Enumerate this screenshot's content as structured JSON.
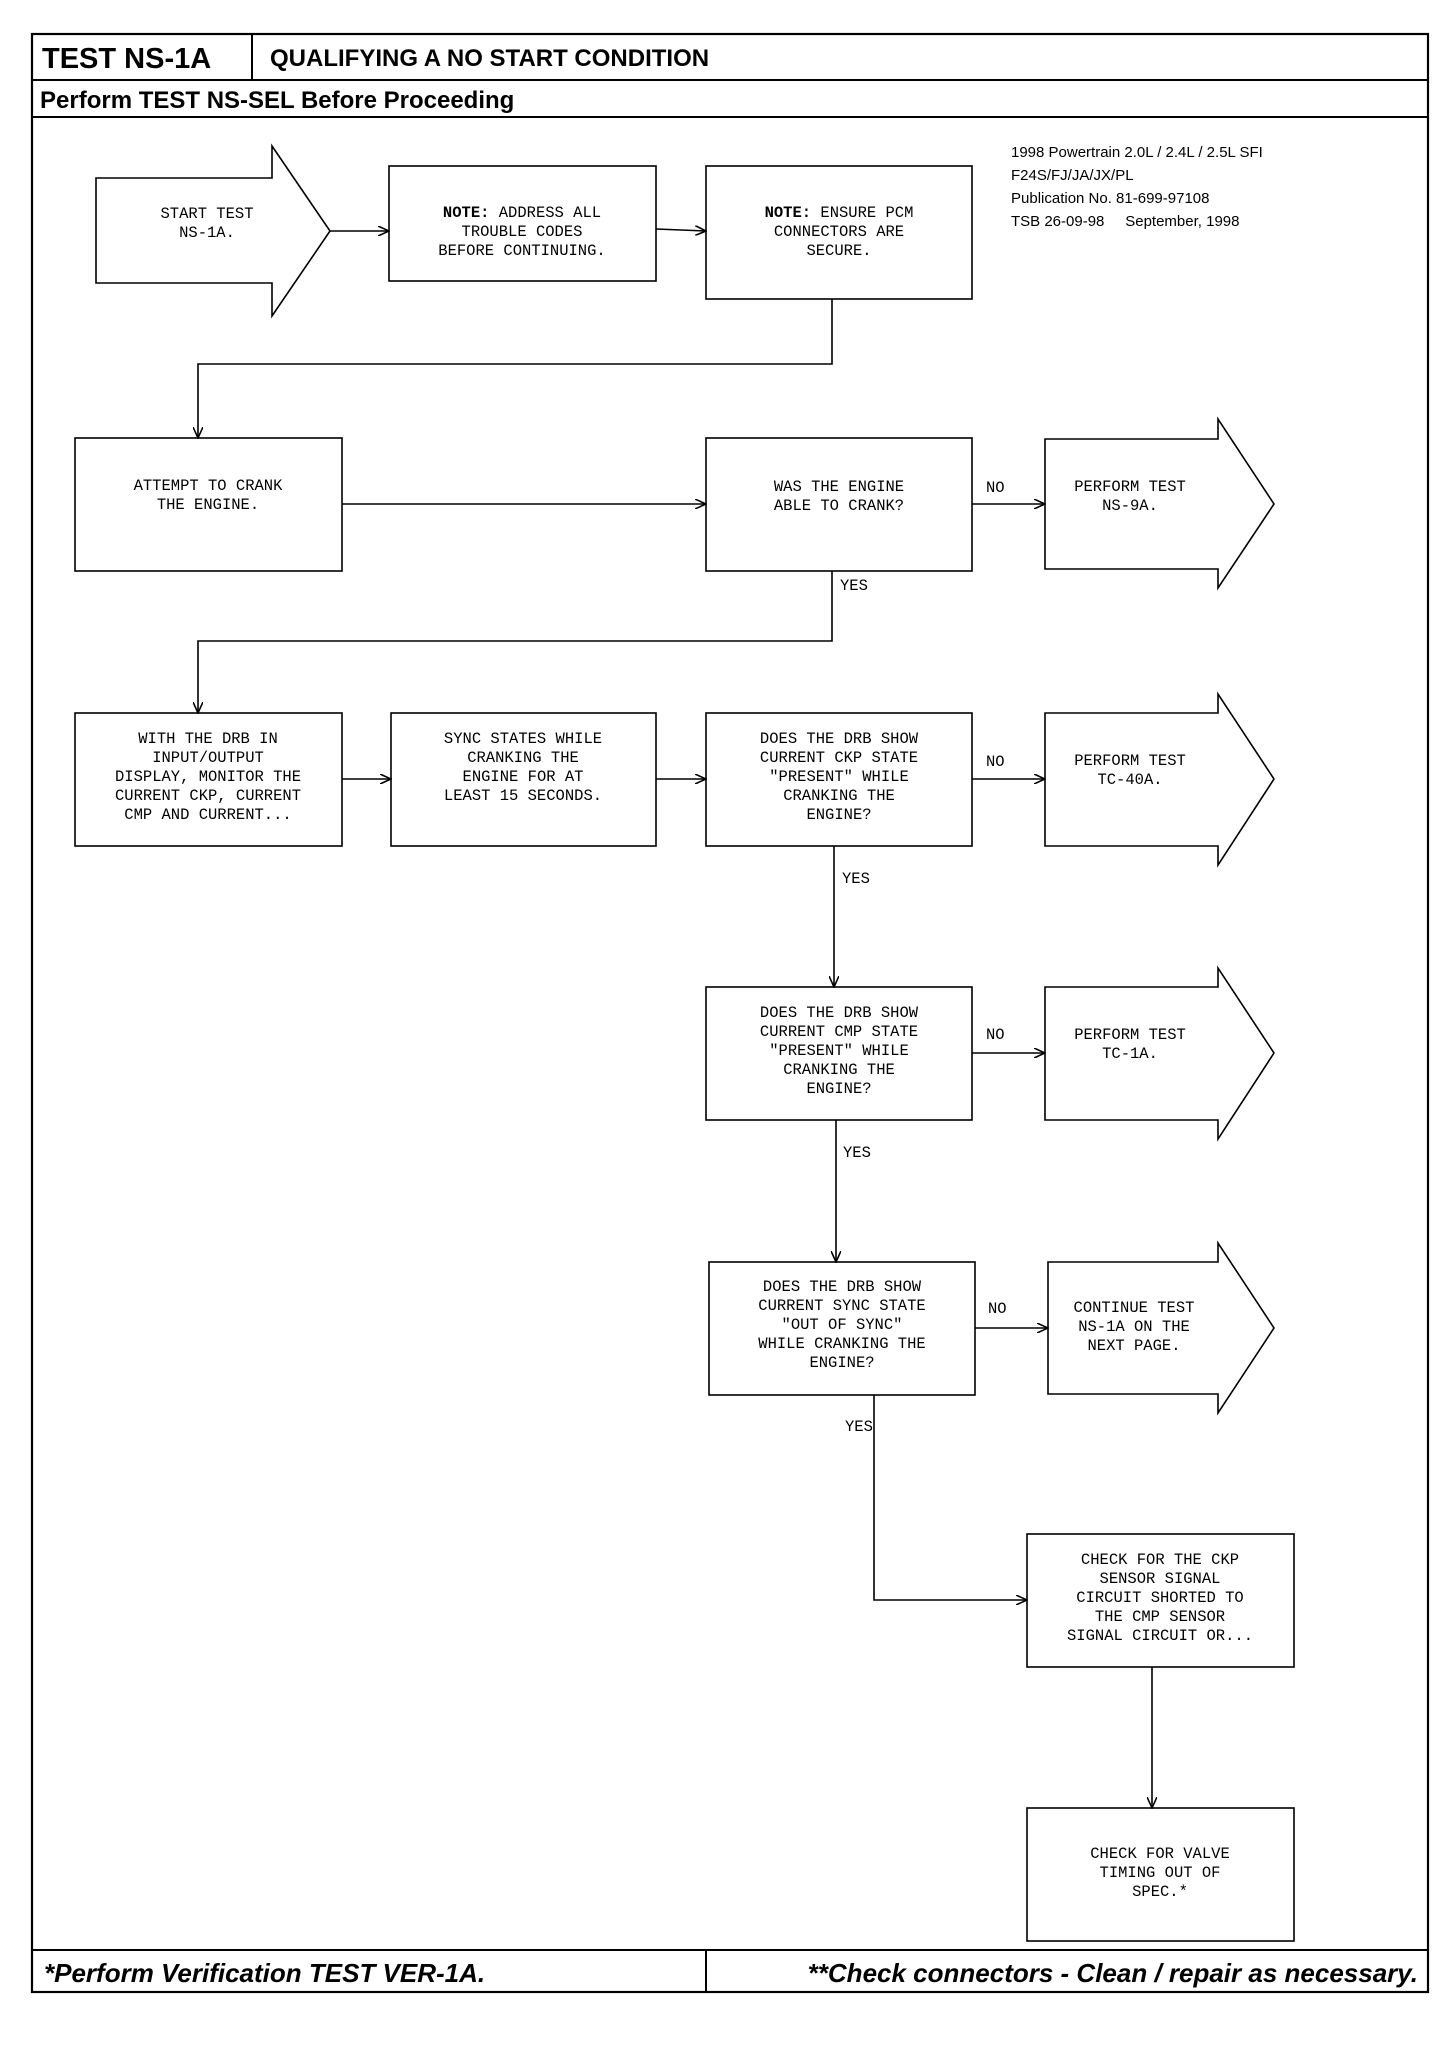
{
  "header": {
    "test_id": "TEST NS-1A",
    "title": "QUALIFYING A NO START CONDITION",
    "subtitle": "Perform TEST NS-SEL Before Proceeding"
  },
  "publication": {
    "lines": [
      "1998 Powertrain 2.0L / 2.4L / 2.5L SFI",
      "F24S/FJ/JA/JX/PL",
      "Publication No. 81-699-97108",
      "TSB 26-09-98     September, 1998"
    ]
  },
  "nodes": {
    "start": [
      "START TEST",
      "NS-1A."
    ],
    "note1": [
      "NOTE: ADDRESS ALL",
      "TROUBLE CODES",
      "BEFORE CONTINUING."
    ],
    "note2": [
      "NOTE: ENSURE PCM",
      "CONNECTORS ARE",
      "SECURE."
    ],
    "crank": [
      "ATTEMPT TO CRANK",
      "THE ENGINE."
    ],
    "q_crank": [
      "WAS THE ENGINE",
      "ABLE TO CRANK?"
    ],
    "ns9a": [
      "PERFORM TEST",
      "NS-9A."
    ],
    "drb": [
      "WITH THE DRB IN",
      "INPUT/OUTPUT",
      "DISPLAY, MONITOR THE",
      "CURRENT CKP, CURRENT",
      "CMP AND CURRENT..."
    ],
    "sync": [
      "SYNC STATES WHILE",
      "CRANKING THE",
      "ENGINE FOR AT",
      "LEAST 15 SECONDS."
    ],
    "q_ckp": [
      "DOES THE DRB SHOW",
      "CURRENT CKP STATE",
      "\"PRESENT\" WHILE",
      "CRANKING THE",
      "ENGINE?"
    ],
    "tc40a": [
      "PERFORM TEST",
      "TC-40A."
    ],
    "q_cmp": [
      "DOES THE DRB SHOW",
      "CURRENT CMP STATE",
      "\"PRESENT\" WHILE",
      "CRANKING THE",
      "ENGINE?"
    ],
    "tc1a": [
      "PERFORM TEST",
      "TC-1A."
    ],
    "q_sync": [
      "DOES THE DRB SHOW",
      "CURRENT SYNC STATE",
      "\"OUT OF SYNC\"",
      "WHILE CRANKING THE",
      "ENGINE?"
    ],
    "cont": [
      "CONTINUE TEST",
      "NS-1A ON THE",
      "NEXT PAGE."
    ],
    "chk_ckp": [
      "CHECK FOR THE CKP",
      "SENSOR SIGNAL",
      "CIRCUIT SHORTED TO",
      "THE CMP SENSOR",
      "SIGNAL CIRCUIT OR..."
    ],
    "chk_valve": [
      "CHECK FOR VALVE",
      "TIMING OUT OF",
      "SPEC.*"
    ]
  },
  "labels": {
    "no": "NO",
    "yes": "YES"
  },
  "footer": {
    "left": "*Perform Verification TEST VER-1A.",
    "right": "**Check connectors - Clean / repair as necessary."
  }
}
